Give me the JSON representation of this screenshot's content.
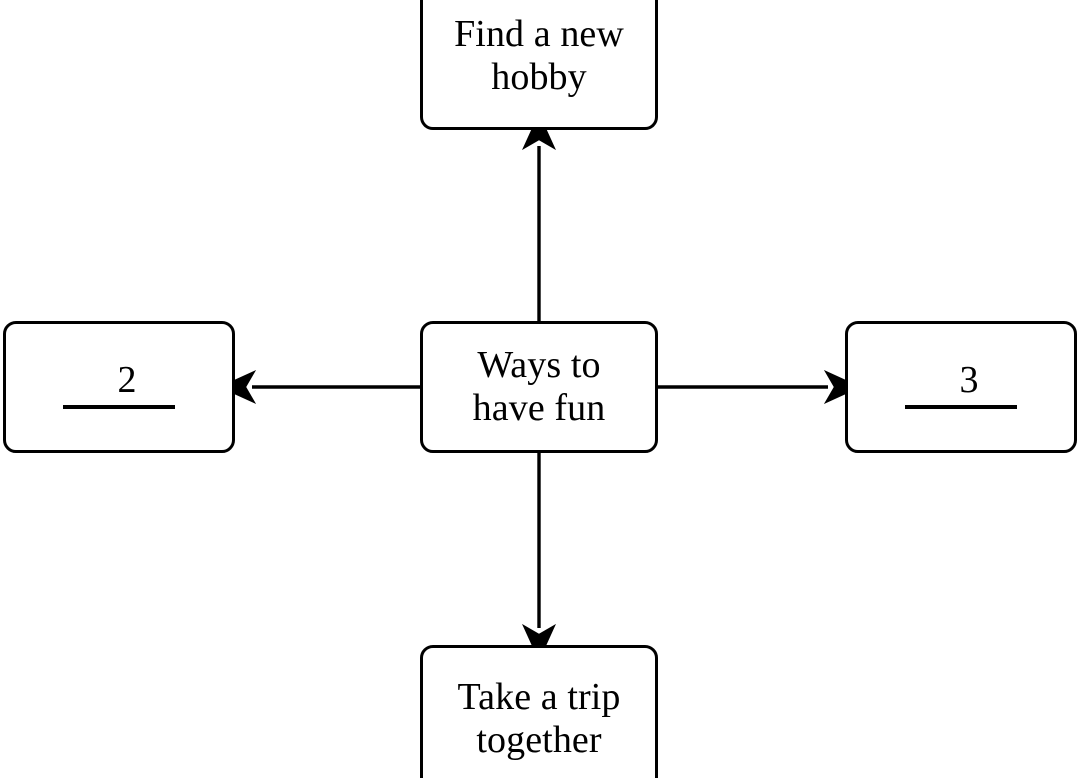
{
  "diagram": {
    "type": "concept-map",
    "title": "Ways to have fun",
    "background_color": "#ffffff",
    "line_color": "#000000",
    "center": {
      "id": "center",
      "label": "Ways to\nhave fun"
    },
    "branches": [
      {
        "id": "top",
        "direction": "up",
        "label": "Find a new\nhobby",
        "filled": true,
        "arrow": "arrow-up"
      },
      {
        "id": "right",
        "direction": "right",
        "label": "3",
        "filled": false,
        "blank_rule": true,
        "arrow": "arrow-right"
      },
      {
        "id": "bottom",
        "direction": "down",
        "label": "Take a trip\ntogether",
        "filled": true,
        "arrow": "arrow-down"
      },
      {
        "id": "left",
        "direction": "left",
        "label": "2",
        "filled": false,
        "blank_rule": true,
        "arrow": "arrow-left"
      }
    ]
  }
}
